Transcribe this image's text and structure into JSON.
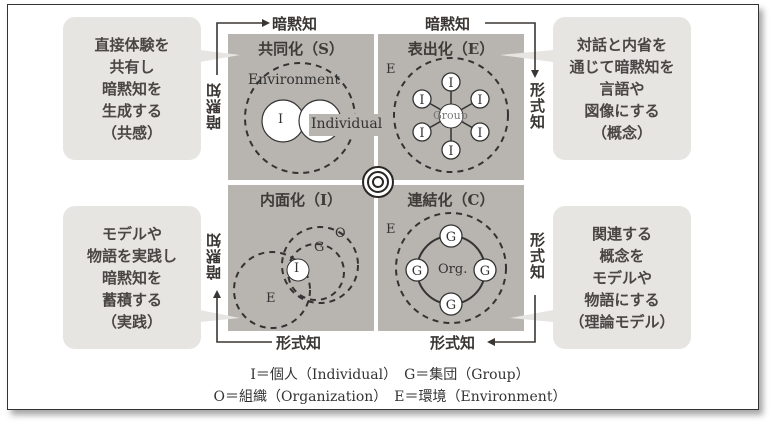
{
  "callouts": {
    "socialization": [
      "直接体験を",
      "共有し",
      "暗黙知を",
      "生成する",
      "（共感）"
    ],
    "externalization": [
      "対話と内省を",
      "通じて暗黙知を",
      "言語や",
      "図像にする",
      "（概念）"
    ],
    "internalization": [
      "モデルや",
      "物語を実践し",
      "暗黙知を",
      "蓄積する",
      "（実践）"
    ],
    "combination": [
      "関連する",
      "概念を",
      "モデルや",
      "物語にする",
      "（理論モデル）"
    ]
  },
  "quadrants": {
    "socialization": {
      "title": "共同化（S）",
      "environment": "Environment",
      "individual_mark": "I",
      "individual": "Individual"
    },
    "externalization": {
      "title": "表出化（E）",
      "env_mark": "E",
      "group": "Group",
      "individual_mark": "I"
    },
    "internalization": {
      "title": "内面化（I）",
      "org_mark": "O",
      "group_mark": "G",
      "individual_mark": "I",
      "env_mark": "E"
    },
    "combination": {
      "title": "連結化（C）",
      "env_mark": "E",
      "org": "Org.",
      "group_mark": "G"
    }
  },
  "arrows": {
    "tacit": "暗黙知",
    "explicit": "形式知"
  },
  "legend": {
    "line1": "I＝個人（Individual）　G＝集団（Group）",
    "line2": "O＝組織（Organization）　E＝環境（Environment）"
  }
}
